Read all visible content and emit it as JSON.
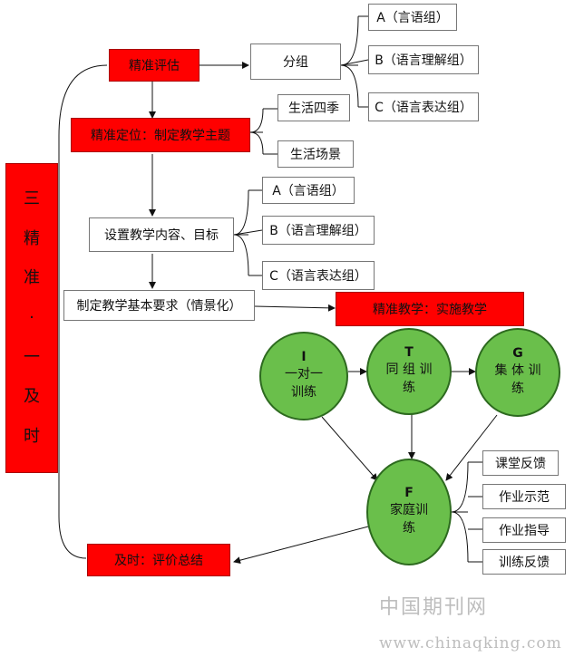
{
  "side_title": [
    "三",
    "精",
    "准",
    "·",
    "一",
    "及",
    "时"
  ],
  "nodes": {
    "assess": "精准评估",
    "group": "分组",
    "group_a": "A（言语组）",
    "group_b": "B（语言理解组）",
    "group_c": "C（语言表达组）",
    "position": "精准定位：制定教学主题",
    "life_season": "生活四季",
    "life_scene": "生活场景",
    "content": "设置教学内容、目标",
    "content_a": "A（言语组）",
    "content_b": "B（语言理解组）",
    "content_c": "C（语言表达组）",
    "requirement": "制定教学基本要求（情景化）",
    "teaching": "精准教学：实施教学",
    "summary": "及时：评价总结"
  },
  "circles": {
    "i": {
      "letter": "I",
      "line1": "一对一",
      "line2": "训练"
    },
    "t": {
      "letter": "T",
      "line1": "同 组 训",
      "line2": "练"
    },
    "g": {
      "letter": "G",
      "line1": "集 体 训",
      "line2": "练"
    },
    "f": {
      "letter": "F",
      "line1": "家庭训",
      "line2": "练"
    }
  },
  "feedback": {
    "classroom": "课堂反馈",
    "homework_demo": "作业示范",
    "homework_guide": "作业指导",
    "training": "训练反馈"
  },
  "watermark": {
    "cn": "中国期刊网",
    "url": "www.chinaqking.com"
  },
  "colors": {
    "red": "#ff0000",
    "green": "#6abf4b",
    "green_border": "#2d6a1f"
  }
}
